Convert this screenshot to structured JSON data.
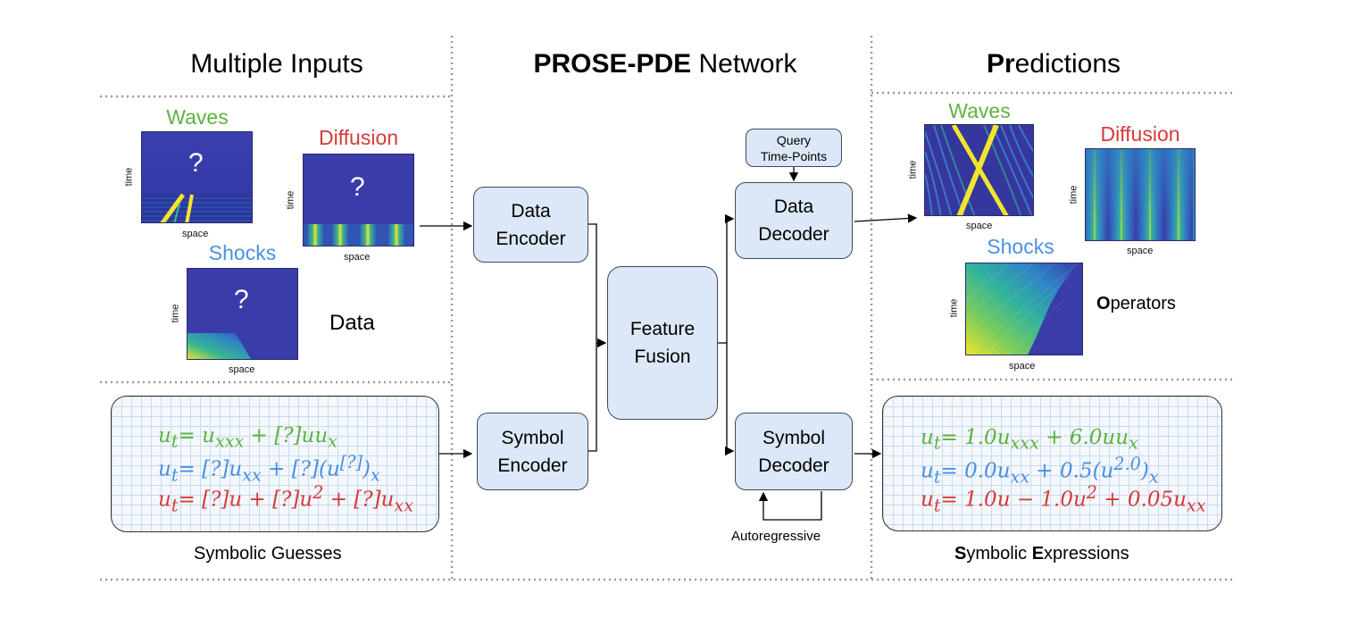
{
  "headers": {
    "left": "Multiple Inputs",
    "center_bold": "PROSE-PDE",
    "center_rest": " Network",
    "right_bold": "Pr",
    "right_rest": "edictions"
  },
  "inputs": {
    "waves_title": "Waves",
    "diffusion_title": "Diffusion",
    "shocks_title": "Shocks",
    "unknown_mark": "?",
    "axis_time": "time",
    "axis_space": "space",
    "data_label": "Data",
    "guesses_label": "Symbolic Guesses",
    "equations": [
      "u_t = u_xxx + [?]uu_x",
      "u_t = [?]u_xx + [?](u^[?])_x",
      "u_t = [?]u + [?]u^2 + [?]u_xx"
    ]
  },
  "network": {
    "data_encoder": [
      "Data",
      "Encoder"
    ],
    "symbol_encoder": [
      "Symbol",
      "Encoder"
    ],
    "feature_fusion": [
      "Feature",
      "Fusion"
    ],
    "data_decoder": [
      "Data",
      "Decoder"
    ],
    "symbol_decoder": [
      "Symbol",
      "Decoder"
    ],
    "query": [
      "Query",
      "Time-Points"
    ],
    "autoregressive": "Autoregressive"
  },
  "predictions": {
    "waves_title": "Waves",
    "diffusion_title": "Diffusion",
    "shocks_title": "Shocks",
    "operators_bold": "O",
    "operators_rest": "perators",
    "expr_label_b1": "S",
    "expr_label_r1": "ymbolic ",
    "expr_label_b2": "E",
    "expr_label_r2": "xpressions",
    "equations": [
      "u_t = 1.0u_xxx + 6.0uu_x",
      "u_t = 0.0u_xx + 0.5(u^2.0)_x",
      "u_t = 1.0u − 1.0u^2 + 0.05u_xx"
    ]
  },
  "colors": {
    "waves": "#5cb340",
    "shocks": "#4a90e2",
    "diffusion": "#d63a3a",
    "block_fill": "#dce8f7"
  }
}
